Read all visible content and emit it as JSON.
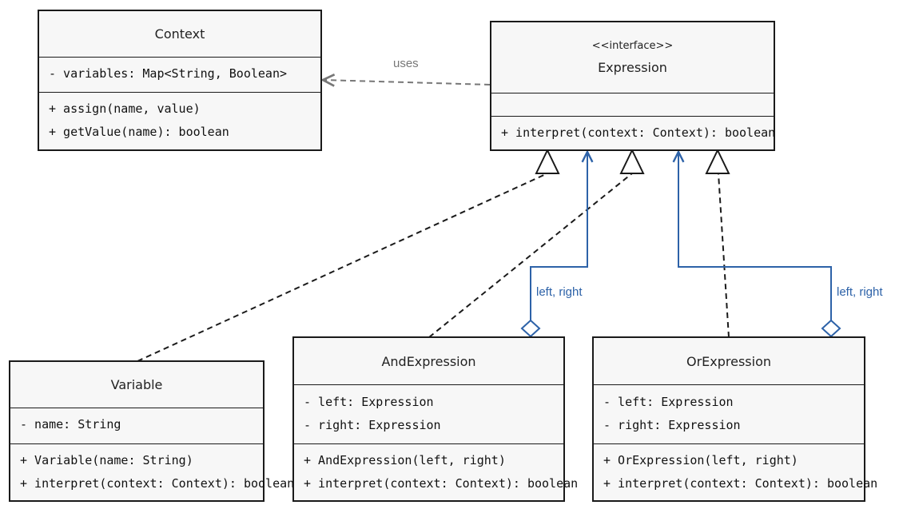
{
  "classes": {
    "context": {
      "name": "Context",
      "attributes": [
        "- variables: Map<String, Boolean>"
      ],
      "methods": [
        "+ assign(name, value)",
        "+ getValue(name): boolean"
      ]
    },
    "expression": {
      "stereotype": "<<interface>>",
      "name": "Expression",
      "methods": [
        "+ interpret(context: Context): boolean"
      ]
    },
    "variable": {
      "name": "Variable",
      "attributes": [
        "- name: String"
      ],
      "methods": [
        "+ Variable(name: String)",
        "+ interpret(context: Context): boolean"
      ]
    },
    "and_expression": {
      "name": "AndExpression",
      "attributes": [
        "- left: Expression",
        "- right: Expression"
      ],
      "methods": [
        "+ AndExpression(left, right)",
        "+ interpret(context: Context): boolean"
      ]
    },
    "or_expression": {
      "name": "OrExpression",
      "attributes": [
        "- left: Expression",
        "- right: Expression"
      ],
      "methods": [
        "+ OrExpression(left, right)",
        "+ interpret(context: Context): boolean"
      ]
    }
  },
  "edges": {
    "uses_label": "uses",
    "and_aggregation_label": "left, right",
    "or_aggregation_label": "left, right"
  },
  "colors": {
    "line": "#1a1a1a",
    "dependency": "#777777",
    "aggregation": "#2d62a8",
    "class_fill": "#f7f7f7"
  }
}
